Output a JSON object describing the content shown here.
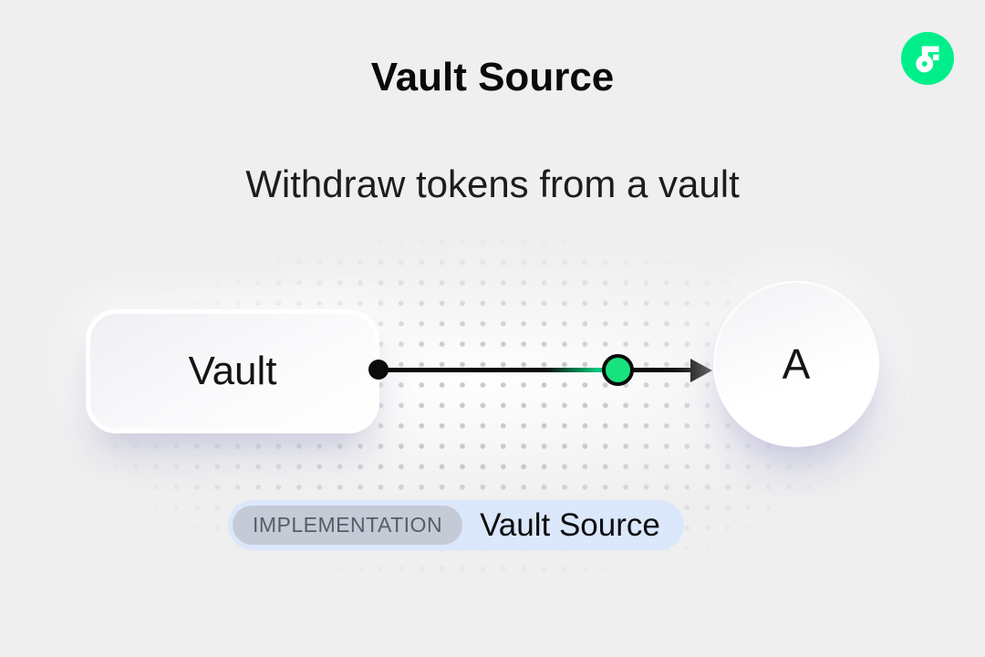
{
  "header": {
    "title": "Vault Source",
    "subtitle": "Withdraw tokens from a vault"
  },
  "brand": {
    "logo": "flow-logo",
    "color": "#00EF8B"
  },
  "diagram": {
    "source_node": {
      "label": "Vault"
    },
    "target_node": {
      "label": "A"
    },
    "edge": {
      "token_dot_color": "#17E27D",
      "line_color": "#0B0B0B"
    }
  },
  "badge": {
    "tag": "IMPLEMENTATION",
    "label": "Vault Source",
    "background": "#DBE7FB",
    "tag_background": "#C5CBD6"
  }
}
